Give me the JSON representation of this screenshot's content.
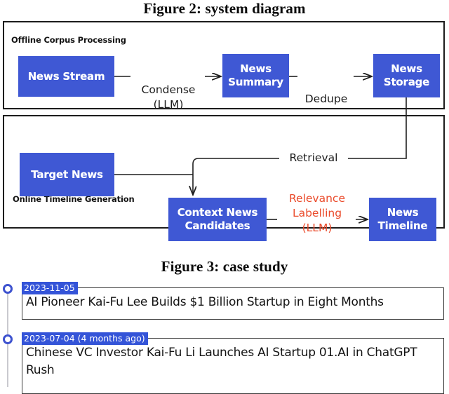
{
  "figure2": {
    "title": "Figure 2: system diagram",
    "panels": [
      {
        "id": "offline",
        "label": "Offline Corpus Processing"
      },
      {
        "id": "online",
        "label": "Online Timeline Generation"
      }
    ],
    "nodes": [
      {
        "id": "news-stream",
        "label": "News Stream"
      },
      {
        "id": "news-summary",
        "label": "News\nSummary"
      },
      {
        "id": "news-storage",
        "label": "News\nStorage"
      },
      {
        "id": "target-news",
        "label": "Target News"
      },
      {
        "id": "context-news",
        "label": "Context News\nCandidates"
      },
      {
        "id": "news-timeline",
        "label": "News\nTimeline"
      }
    ],
    "edge_labels": [
      {
        "id": "condense",
        "label": "Condense\n(LLM)",
        "color": "#1c1c1c"
      },
      {
        "id": "dedupe",
        "label": "Dedupe",
        "color": "#1c1c1c"
      },
      {
        "id": "retrieval",
        "label": "Retrieval",
        "color": "#1c1c1c"
      },
      {
        "id": "relevance",
        "label": "Relevance\nLabelling\n(LLM)",
        "color": "#ea4a2a"
      }
    ],
    "colors": {
      "node_fill": "#3f58d4",
      "node_text": "#ffffff",
      "panel_border": "#1c1c1c",
      "wire": "#1f1f1f",
      "accent_red": "#ea4a2a"
    }
  },
  "figure3": {
    "title": "Figure 3: case study",
    "colors": {
      "marker_ring": "#3d52cf",
      "date_badge": "#3454d8",
      "rail": "#c9c9cf",
      "card_border": "#3b3b3b"
    },
    "entries": [
      {
        "date": "2023-11-05",
        "headline": "AI Pioneer Kai-Fu Lee Builds $1 Billion Startup in Eight Months"
      },
      {
        "date": "2023-07-04 (4 months ago)",
        "headline": "Chinese VC Investor Kai-Fu Li Launches AI  Startup 01.AI in ChatGPT Rush"
      }
    ]
  }
}
